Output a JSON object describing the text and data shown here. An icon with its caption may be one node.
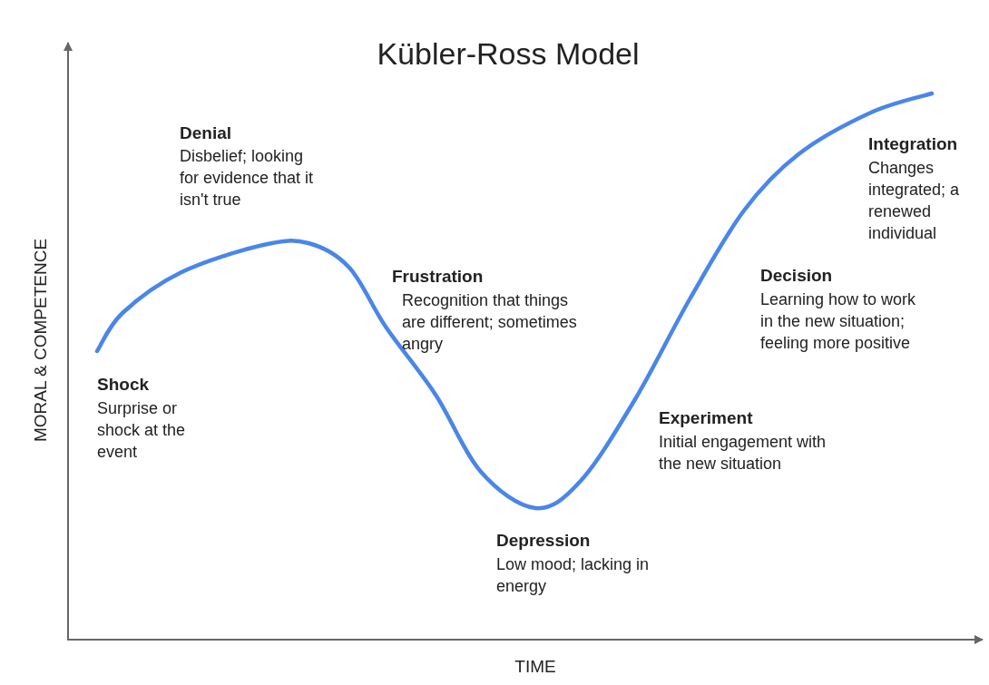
{
  "diagram": {
    "title": "Kübler-Ross Model",
    "labels": [
      "Denial",
      "Disbelief; looking for evidence that it isn't true",
      "Integration",
      "Changes integrated; a renewed individual",
      "Frustration",
      "Recognition that things are different; sometimes angry",
      "Decision",
      "Learning how to work in the new situation; feeling more positive",
      "Shock",
      "Surprise or shock at the event",
      "Experiment",
      "Initial engagement with the new situation",
      "Depression",
      "Low mood; lacking in energy",
      "MORAL & COMPETENCE",
      "TIME"
    ]
  }
}
